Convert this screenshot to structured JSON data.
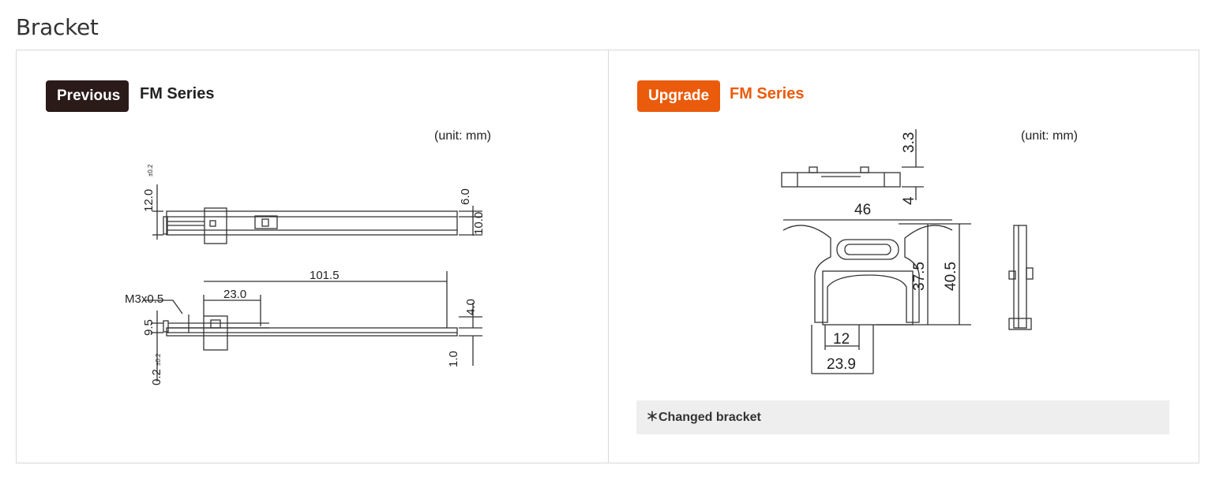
{
  "section_title": "Bracket",
  "previous": {
    "badge": "Previous",
    "series": "FM Series",
    "unit": "(unit: mm)",
    "dims": {
      "height_12": "12.0",
      "tol_02a": "±0.2",
      "d6": "6.0",
      "d10": "10.0",
      "thread": "M3x0.5",
      "d23": "23.0",
      "d101": "101.5",
      "d95": "9.5",
      "d02": "0.2",
      "tol_02b": "±0.2",
      "d4": "4.0",
      "d1": "1.0"
    }
  },
  "upgrade": {
    "badge": "Upgrade",
    "series": "FM Series",
    "unit": "(unit: mm)",
    "dims": {
      "d33": "3.3",
      "d4": "4",
      "d46": "46",
      "d375": "37.5",
      "d405": "40.5",
      "d12": "12",
      "d239": "23.9"
    },
    "note": "＊Changed bracket"
  },
  "colors": {
    "upgrade_accent": "#ea5b0c",
    "previous_badge": "#2a1a18"
  }
}
